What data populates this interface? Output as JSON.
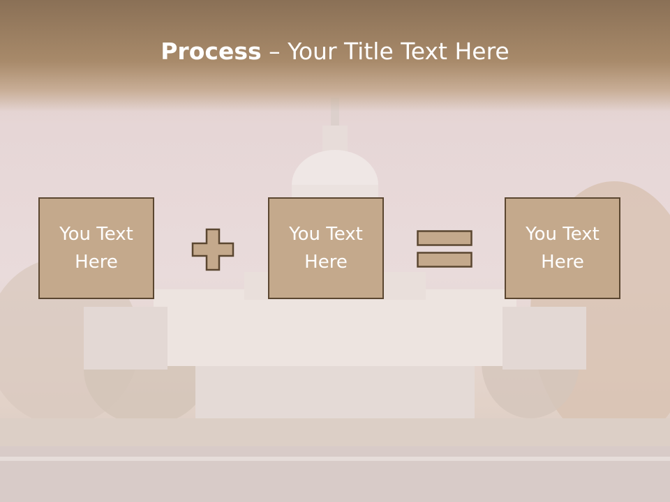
{
  "slide": {
    "title_bold": "Process",
    "title_rest": " – Your Title Text Here"
  },
  "boxes": [
    {
      "label": "You Text Here"
    },
    {
      "label": "You Text Here"
    },
    {
      "label": "You Text Here"
    }
  ],
  "operators": [
    {
      "icon": "plus-icon"
    },
    {
      "icon": "equals-icon"
    }
  ],
  "colors": {
    "header": "#a88a6a",
    "box_fill": "#c4a98c",
    "box_border": "#5a4630",
    "title_text": "#ffffff"
  }
}
